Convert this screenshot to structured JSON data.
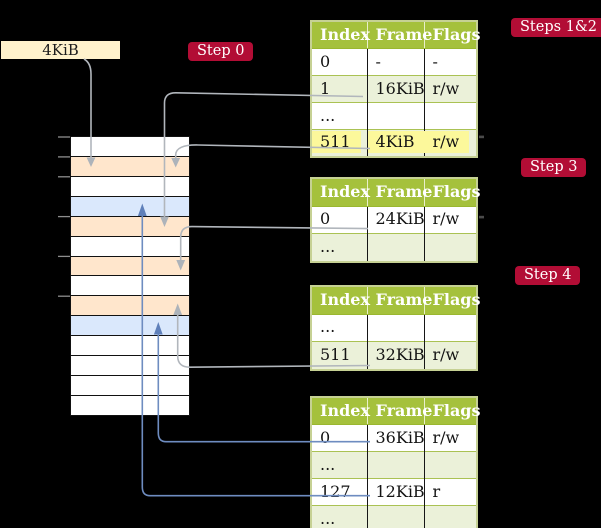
{
  "title_box": {
    "label": "4KiB"
  },
  "badges": {
    "step0": "Step 0",
    "steps12": "Steps 1&2",
    "step3": "Step 3",
    "step4": "Step 4"
  },
  "page_tables": [
    {
      "id": "table-steps-1-2",
      "headers": [
        "Index",
        "Frame",
        "Flags"
      ],
      "rows": [
        {
          "cells": [
            "0",
            "-",
            "-"
          ],
          "shade": "white",
          "highlight": false
        },
        {
          "cells": [
            "1",
            "16KiB",
            "r/w"
          ],
          "shade": "green",
          "highlight": false
        },
        {
          "cells": [
            "...",
            "",
            ""
          ],
          "shade": "white",
          "highlight": false
        },
        {
          "cells": [
            "511",
            "4KiB",
            "r/w"
          ],
          "shade": "green",
          "highlight": true
        }
      ]
    },
    {
      "id": "table-step-3",
      "headers": [
        "Index",
        "Frame",
        "Flags"
      ],
      "rows": [
        {
          "cells": [
            "0",
            "24KiB",
            "r/w"
          ],
          "shade": "white",
          "highlight": false
        },
        {
          "cells": [
            "...",
            "",
            ""
          ],
          "shade": "green",
          "highlight": false
        }
      ]
    },
    {
      "id": "table-step-4-upper",
      "headers": [
        "Index",
        "Frame",
        "Flags"
      ],
      "rows": [
        {
          "cells": [
            "...",
            "",
            ""
          ],
          "shade": "white",
          "highlight": false
        },
        {
          "cells": [
            "511",
            "32KiB",
            "r/w"
          ],
          "shade": "green",
          "highlight": false
        }
      ]
    },
    {
      "id": "table-step-4-lower",
      "headers": [
        "Index",
        "Frame",
        "Flags"
      ],
      "rows": [
        {
          "cells": [
            "0",
            "36KiB",
            "r/w"
          ],
          "shade": "white",
          "highlight": false
        },
        {
          "cells": [
            "...",
            "",
            ""
          ],
          "shade": "green",
          "highlight": false
        },
        {
          "cells": [
            "127",
            "12KiB",
            "r"
          ],
          "shade": "white",
          "highlight": false
        },
        {
          "cells": [
            "...",
            "",
            ""
          ],
          "shade": "green",
          "highlight": false
        }
      ]
    }
  ],
  "memory": {
    "rows": [
      {
        "fill": "white"
      },
      {
        "fill": "peach"
      },
      {
        "fill": "white"
      },
      {
        "fill": "blue"
      },
      {
        "fill": "peach"
      },
      {
        "fill": "white"
      },
      {
        "fill": "peach"
      },
      {
        "fill": "white"
      },
      {
        "fill": "peach"
      },
      {
        "fill": "blue"
      },
      {
        "fill": "white"
      },
      {
        "fill": "white"
      },
      {
        "fill": "white"
      },
      {
        "fill": "white"
      }
    ],
    "tick_count": 6
  },
  "connectors": [
    {
      "from": "4KiB-label-box",
      "to": "frame-4KiB",
      "color": "gray",
      "direction": "down"
    },
    {
      "from": "table1-entry-1-16KiB",
      "to": "frame-16KiB",
      "color": "gray",
      "direction": "down"
    },
    {
      "from": "table1-entry-511-4KiB",
      "to": "frame-4KiB",
      "color": "gray",
      "direction": "down"
    },
    {
      "from": "table2-entry-0-24KiB",
      "to": "frame-24KiB",
      "color": "gray",
      "direction": "down"
    },
    {
      "from": "table3-entry-511-32KiB",
      "to": "frame-32KiB",
      "color": "gray",
      "direction": "up"
    },
    {
      "from": "table4-entry-0-36KiB",
      "to": "frame-36KiB",
      "color": "blue",
      "direction": "up"
    },
    {
      "from": "table4-entry-127-12KiB",
      "to": "frame-12KiB",
      "color": "blue",
      "direction": "up"
    }
  ],
  "edge_marks": [
    {
      "at": "table1-row-511-right-edge"
    },
    {
      "at": "table2-row-0-right-edge"
    }
  ],
  "colors": {
    "background": "#000000",
    "badge_red": "#b20d35",
    "header_green": "#a5c13c",
    "row_alt_green": "#ebf1d9",
    "highlight_yellow": "#fcf89b",
    "frame_peach": "#ffe6cc",
    "frame_blue": "#dae8fc",
    "label_box_cream": "#fff2cc",
    "connector_gray": "#b1b6bc",
    "connector_blue": "#6e8cc0"
  }
}
